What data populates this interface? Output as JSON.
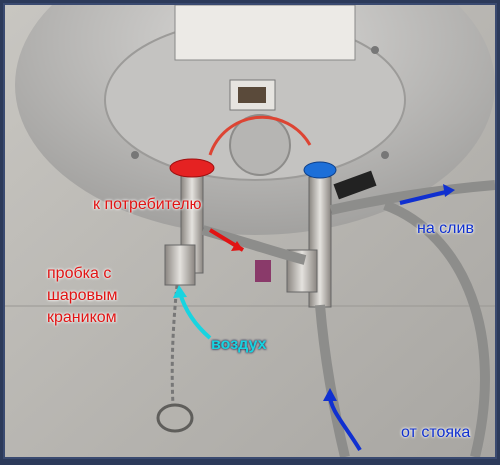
{
  "labels": {
    "to_consumer": "к потребителю",
    "drain": "на слив",
    "plug_line1": "пробка с",
    "plug_line2": "шаровым",
    "plug_line3": "краником",
    "air": "воздух",
    "from_riser": "от стояка"
  },
  "colors": {
    "hot_valve": "#e52222",
    "cold_valve": "#1d6fd8",
    "label_red": "#e11414",
    "label_blue": "#1030d0",
    "label_cyan": "#18d4e0"
  }
}
